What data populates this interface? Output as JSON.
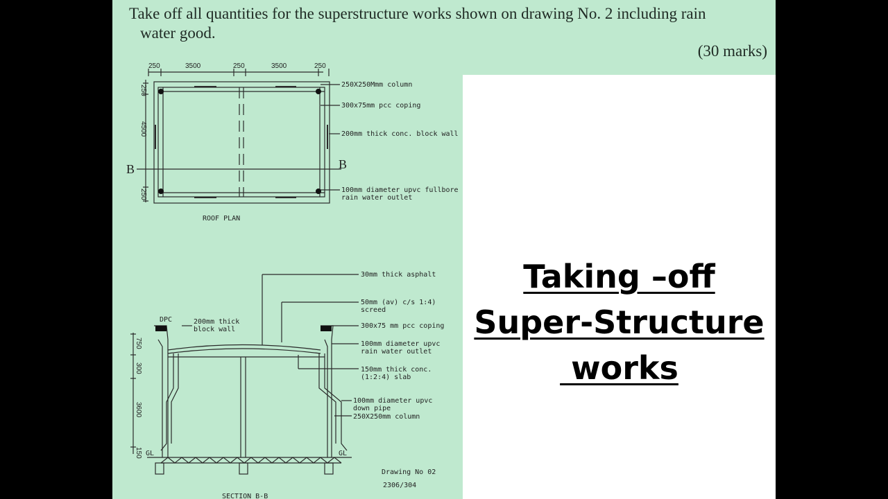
{
  "question": {
    "line1": "Take off all quantities for the superstructure works shown on drawing No. 2 including rain",
    "line2": "water good.",
    "marks": "(30 marks)"
  },
  "roof_plan": {
    "dims_top": [
      "250",
      "3500",
      "250",
      "3500",
      "250"
    ],
    "dims_left": [
      "250",
      "4500",
      "250"
    ],
    "section_marks": [
      "B",
      "B"
    ],
    "callouts": [
      "250X250Mmm column",
      "300x75mm pcc coping",
      "200mm thick conc. block wall",
      "100mm diameter upvc fullbore",
      "rain water outlet"
    ],
    "label": "ROOF PLAN"
  },
  "section": {
    "callouts": [
      "30mm thick asphalt",
      "50mm (av) c/s 1:4)",
      "screed",
      "300x75 mm pcc coping",
      "100mm diameter upvc",
      "rain water outlet",
      "150mm thick conc.",
      "(1:2:4) slab",
      "100mm diameter upvc",
      "down pipe",
      "250X250mm column"
    ],
    "left_notes": [
      "DPC",
      "200mm thick",
      "block wall"
    ],
    "dims_left": [
      "750",
      "300",
      "3600",
      "150"
    ],
    "gl_labels": [
      "GL",
      "GL"
    ],
    "drawing_no": "Drawing No 02",
    "drawing_code": "2306/304",
    "label": "SECTION B-B"
  },
  "overlay": {
    "line1": "Taking –off",
    "line2": "Super-Structure",
    "line3": " works"
  }
}
